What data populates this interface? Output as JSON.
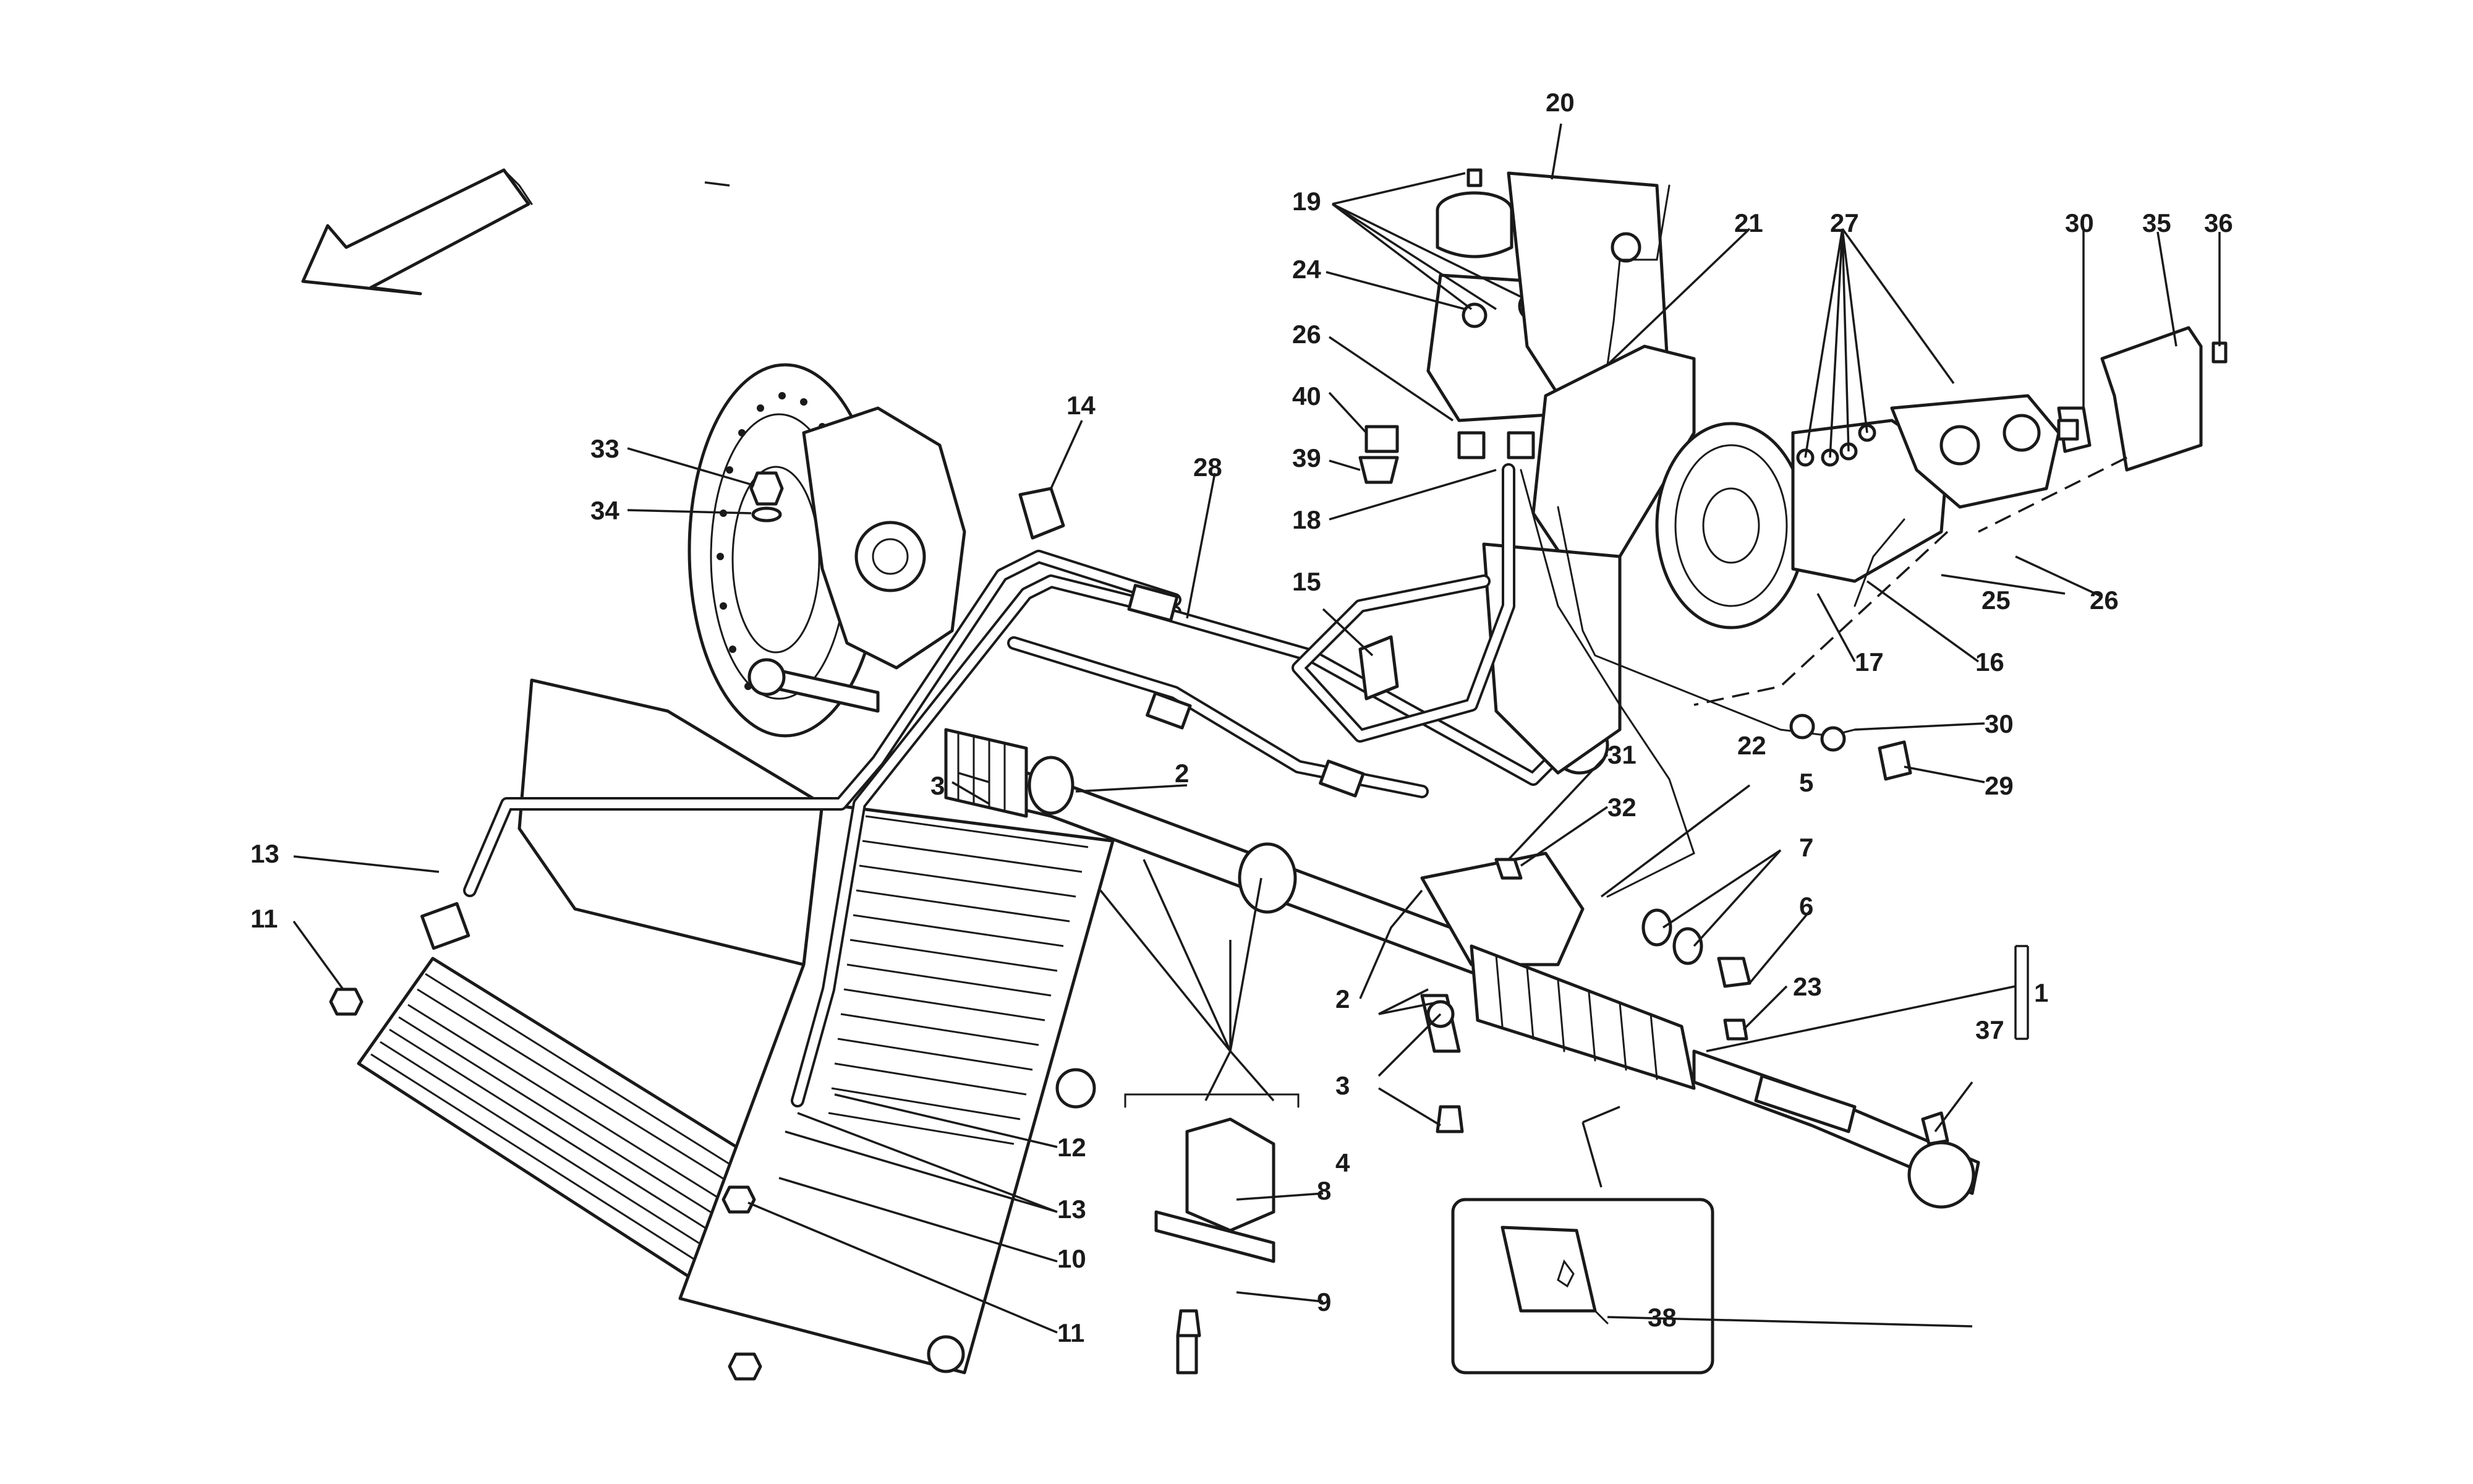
{
  "callouts": {
    "c1": "1",
    "c2a": "2",
    "c2b": "2",
    "c3a": "3",
    "c3b": "3",
    "c4": "4",
    "c5": "5",
    "c6": "6",
    "c7": "7",
    "c8": "8",
    "c9": "9",
    "c10": "10",
    "c11a": "11",
    "c11b": "11",
    "c12": "12",
    "c13a": "13",
    "c13b": "13",
    "c14": "14",
    "c15": "15",
    "c16": "16",
    "c17": "17",
    "c18": "18",
    "c19": "19",
    "c20": "20",
    "c21": "21",
    "c22": "22",
    "c23": "23",
    "c24": "24",
    "c25": "25",
    "c26a": "26",
    "c26b": "26",
    "c27": "27",
    "c28": "28",
    "c29": "29",
    "c30a": "30",
    "c30b": "30",
    "c31": "31",
    "c32": "32",
    "c33": "33",
    "c34": "34",
    "c35": "35",
    "c36": "36",
    "c37": "37",
    "c38": "38",
    "c39": "39",
    "c40": "40"
  },
  "icons": {
    "direction": "direction-arrow-icon",
    "kit": "ferrari-prancing-horse-logo"
  }
}
